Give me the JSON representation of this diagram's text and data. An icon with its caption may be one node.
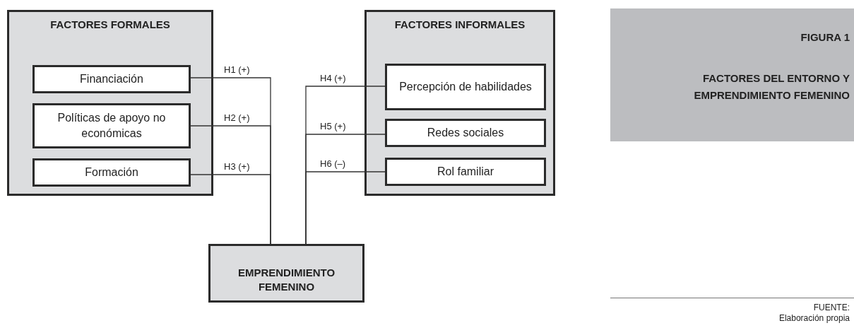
{
  "diagram": {
    "title": "FACTORES DEL ENTORNO Y EMPRENDIMIENTO FEMENINO",
    "nodes": [
      {
        "text": [
          "FACTORES FORMALES"
        ]
      },
      {
        "text": [
          "Financiación"
        ],
        "in": 0
      },
      {
        "text": [
          "Políticas de apoyo no económicas"
        ],
        "in": 0
      },
      {
        "text": [
          "Formación"
        ],
        "in": 0
      },
      {
        "text": [
          "FACTORES INFORMALES"
        ]
      },
      {
        "text": [
          "Percepción de habilidades"
        ],
        "in": 4
      },
      {
        "text": [
          "Redes sociales"
        ],
        "in": 4
      },
      {
        "text": [
          "Rol familiar"
        ],
        "in": 4
      },
      {
        "text": [
          "EMPRENDIMIENTO FEMENINO"
        ]
      }
    ],
    "edges": [
      {
        "from": 1,
        "to": 8,
        "arrow": "none",
        "label": "H1 (+)"
      },
      {
        "from": 2,
        "to": 8,
        "arrow": "none",
        "label": "H2 (+)"
      },
      {
        "from": 3,
        "to": 8,
        "arrow": "none",
        "label": "H3 (+)"
      },
      {
        "from": 5,
        "to": 8,
        "arrow": "none",
        "label": "H4 (+)"
      },
      {
        "from": 6,
        "to": 8,
        "arrow": "none",
        "label": "H5 (+)"
      },
      {
        "from": 7,
        "to": 8,
        "arrow": "none",
        "label": "H6 (–)"
      }
    ],
    "labels": [
      "FIGURA 1",
      "FUENTE:",
      "Elaboración propia"
    ]
  }
}
